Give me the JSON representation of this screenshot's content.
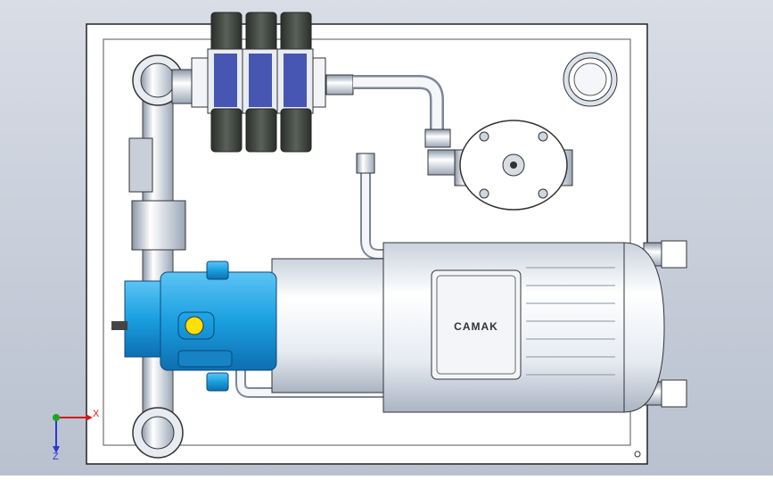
{
  "motor": {
    "brand_label": "CAMAK"
  },
  "triad": {
    "x_label": "X",
    "z_label": "Z",
    "x_color": "#d41a1a",
    "y_color": "#1aa81a",
    "z_color": "#2a3ad0"
  },
  "colors": {
    "pump_blue": "#1a9fe0",
    "plate": "#ffffff",
    "valve_dark": "#3a3f3a",
    "valve_label": "#2a3aa8",
    "indicator_yellow": "#ffe000"
  }
}
